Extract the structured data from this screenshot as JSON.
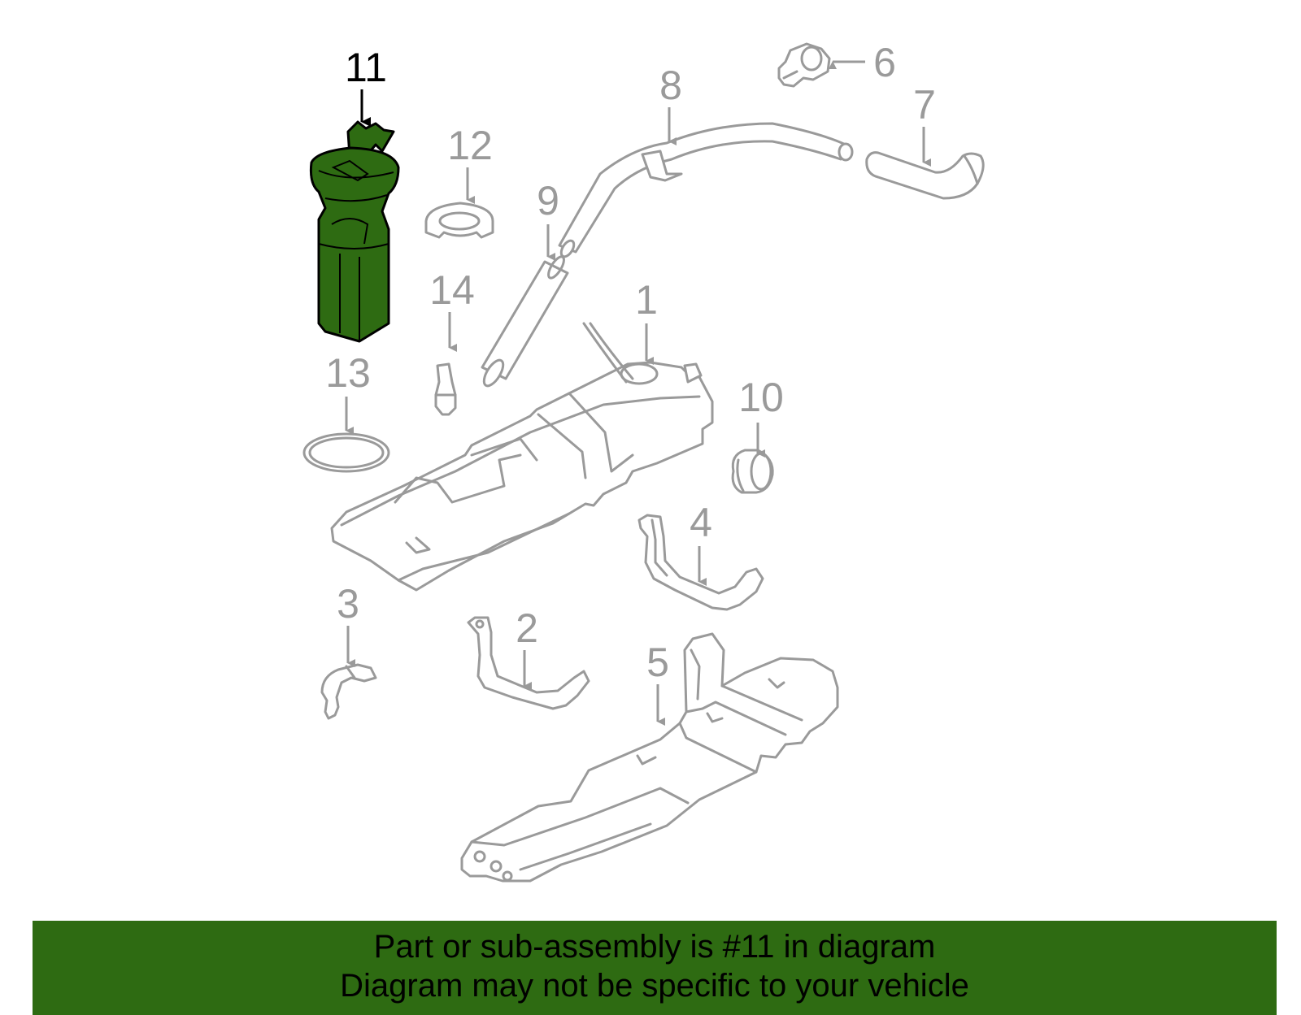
{
  "colors": {
    "highlight_fill": "#2e6b12",
    "part_stroke": "#9a9a9a",
    "callout_text": "#9a9a9a",
    "selected_text": "#000000",
    "banner_bg": "#2e6b12"
  },
  "callouts": {
    "c1": "1",
    "c2": "2",
    "c3": "3",
    "c4": "4",
    "c5": "5",
    "c6": "6",
    "c7": "7",
    "c8": "8",
    "c9": "9",
    "c10": "10",
    "c11": "11",
    "c12": "12",
    "c13": "13",
    "c14": "14"
  },
  "selected_part": "11",
  "footer": {
    "line1": "Part or sub-assembly is #11 in diagram",
    "line2": "Diagram may not be specific to your vehicle"
  }
}
